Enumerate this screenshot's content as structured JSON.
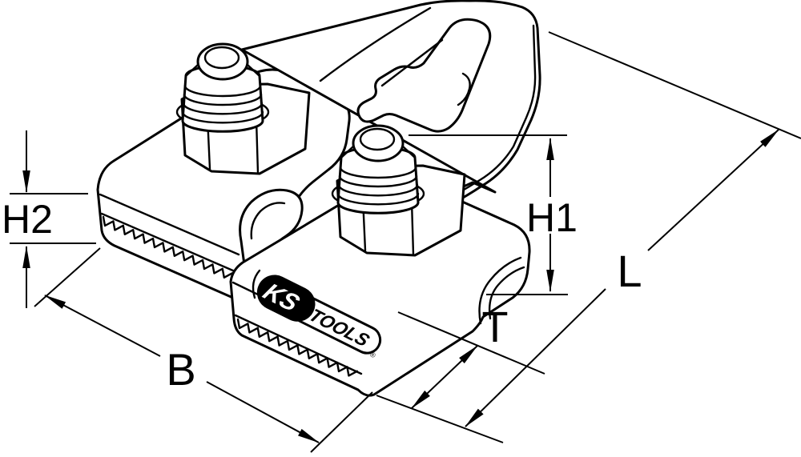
{
  "dimensions": {
    "h2": "H2",
    "h1": "H1",
    "b": "B",
    "t": "T",
    "l": "L"
  },
  "logo": {
    "ks": "KS",
    "tools": "TOOLS",
    "registered": "®"
  }
}
